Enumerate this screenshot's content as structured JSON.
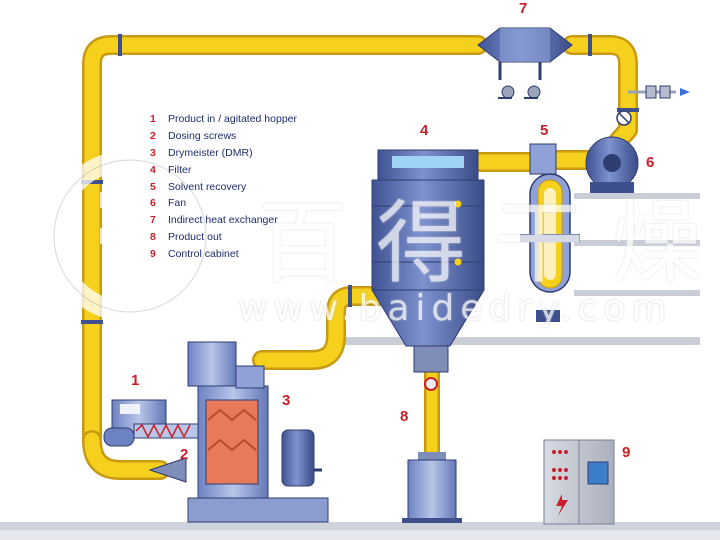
{
  "legend": [
    {
      "num": "1",
      "label": "Product in / agitated hopper"
    },
    {
      "num": "2",
      "label": "Dosing screws"
    },
    {
      "num": "3",
      "label": "Drymeister (DMR)"
    },
    {
      "num": "4",
      "label": "Filter"
    },
    {
      "num": "5",
      "label": "Solvent recovery"
    },
    {
      "num": "6",
      "label": "Fan"
    },
    {
      "num": "7",
      "label": "Indirect heat exchanger"
    },
    {
      "num": "8",
      "label": "Product out"
    },
    {
      "num": "9",
      "label": "Control cabinet"
    }
  ],
  "callouts": [
    "1",
    "2",
    "3",
    "4",
    "5",
    "6",
    "7",
    "8",
    "9"
  ],
  "watermark": {
    "chinese": "百得干燥",
    "url": "www.baidedry.com"
  },
  "colors": {
    "pipe": "#f5d11e",
    "pipe_edge": "#c79a12",
    "vessel": "#5e73b4",
    "vessel_dark": "#3d4f8c",
    "label_number": "#c8202a",
    "label_text": "#1e2e6a",
    "floor": "#c9cdd6"
  },
  "icons": [
    "logo-icon",
    "control-cabinet-icon",
    "fan-icon",
    "valve-icon"
  ]
}
